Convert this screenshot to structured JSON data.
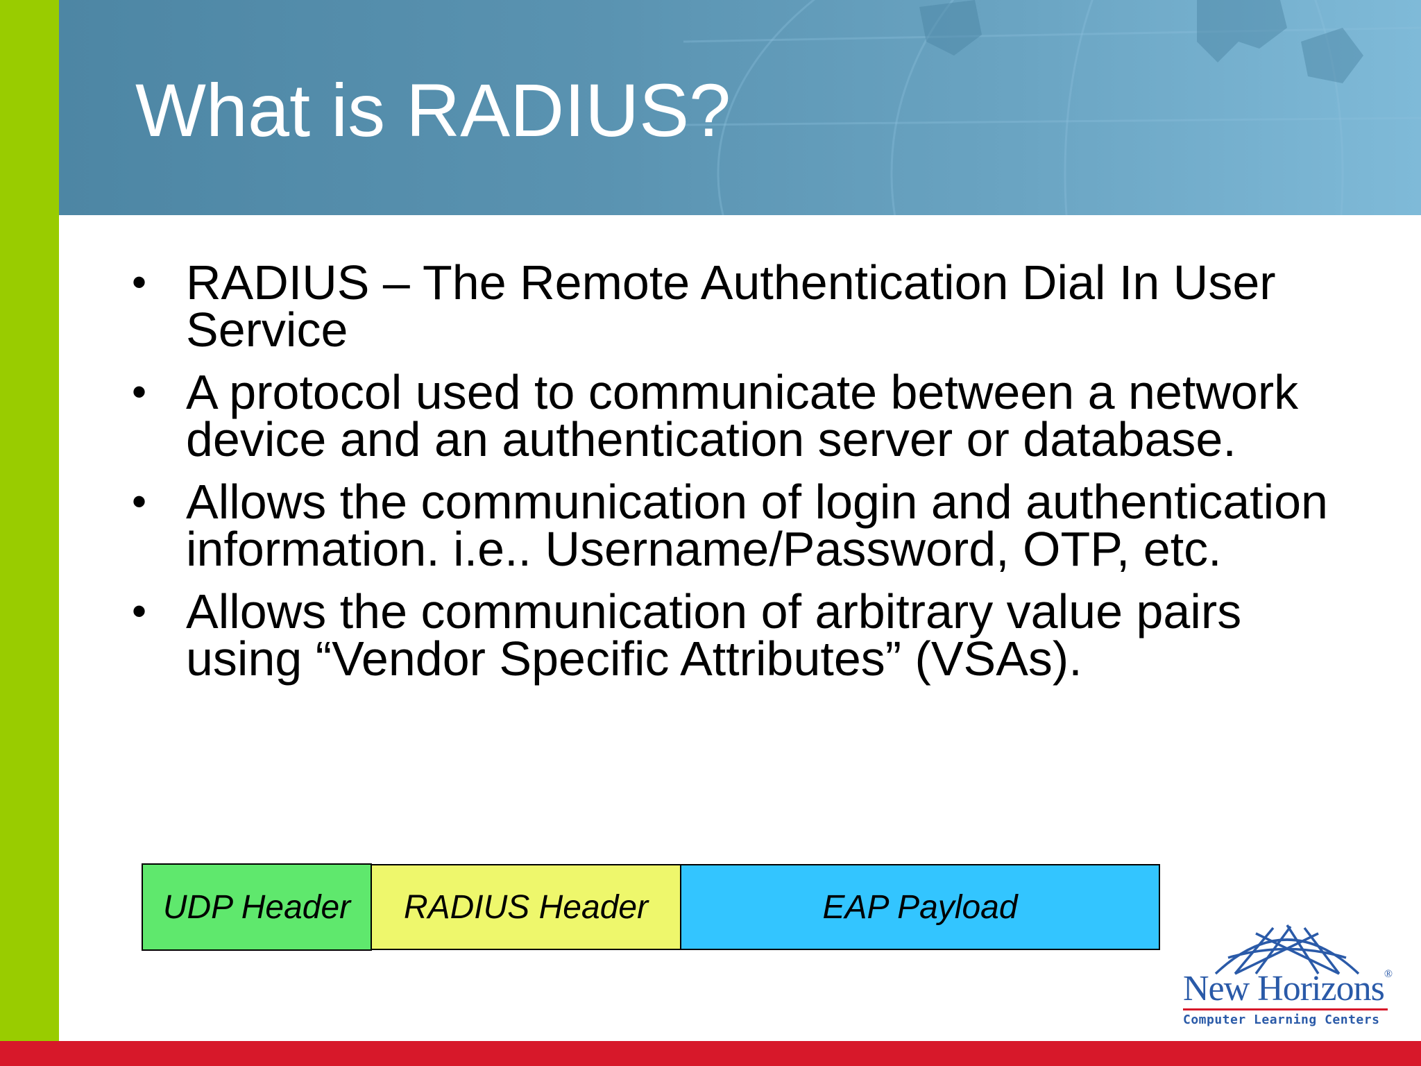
{
  "slide": {
    "title": "What is RADIUS?",
    "bullets": [
      {
        "text": "RADIUS – The Remote Authentication Dial In User Service"
      },
      {
        "text": "A protocol used to communicate between a network device and an authentication server or database."
      },
      {
        "text": "Allows the communication of login and authentication information. i.e.. Username/Password, OTP, etc."
      },
      {
        "text": "Allows the communication of arbitrary value pairs using “Vendor Specific Attributes” (VSAs)."
      }
    ],
    "bullet_glyph": "•"
  },
  "packet_diagram": {
    "segments": [
      {
        "label": "UDP Header",
        "color": "#5fe86d"
      },
      {
        "label": "RADIUS Header",
        "color": "#eef76c"
      },
      {
        "label": "EAP Payload",
        "color": "#33c5ff"
      }
    ]
  },
  "logo": {
    "brand": "New Horizons",
    "registered": "®",
    "tagline": "Computer Learning Centers",
    "icon": "globe-arcs-icon"
  },
  "theme": {
    "left_bar": "#99cc00",
    "bottom_bar": "#d7182a",
    "header_band": "#5a93b1"
  }
}
